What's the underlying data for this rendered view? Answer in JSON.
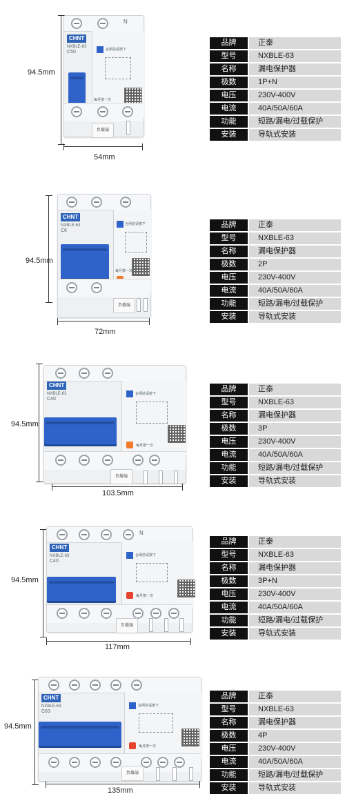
{
  "products": [
    {
      "height_label": "94.5mm",
      "width_label": "54mm",
      "device": {
        "brand": "CHNT",
        "model": "NXBLE-63",
        "rating": "C50",
        "pole_mark": "N",
        "rcd_label": "合闸前请按下",
        "test_label": "每月按一次",
        "clip_label": "负载端"
      },
      "specs": [
        {
          "key": "品牌",
          "value": "正泰"
        },
        {
          "key": "型号",
          "value": "NXBLE-63"
        },
        {
          "key": "名称",
          "value": "漏电保护器"
        },
        {
          "key": "极数",
          "value": "1P+N"
        },
        {
          "key": "电压",
          "value": "230V-400V"
        },
        {
          "key": "电流",
          "value": "40A/50A/60A"
        },
        {
          "key": "功能",
          "value": "短路/漏电/过载保护"
        },
        {
          "key": "安装",
          "value": "导轨式安装"
        }
      ]
    },
    {
      "height_label": "94.5mm",
      "width_label": "72mm",
      "device": {
        "brand": "CHNT",
        "model": "NXBLE-63",
        "rating": "C6",
        "pole_mark": "",
        "rcd_label": "合闸前请按下",
        "test_label": "每月按一次",
        "clip_label": "负载端"
      },
      "specs": [
        {
          "key": "品牌",
          "value": "正泰"
        },
        {
          "key": "型号",
          "value": "NXBLE-63"
        },
        {
          "key": "名称",
          "value": "漏电保护器"
        },
        {
          "key": "极数",
          "value": "2P"
        },
        {
          "key": "电压",
          "value": "230V-400V"
        },
        {
          "key": "电流",
          "value": "40A/50A/60A"
        },
        {
          "key": "功能",
          "value": "短路/漏电/过载保护"
        },
        {
          "key": "安装",
          "value": "导轨式安装"
        }
      ]
    },
    {
      "height_label": "94.5mm",
      "width_label": "103.5mm",
      "device": {
        "brand": "CHNT",
        "model": "NXBLE-63",
        "rating": "C40",
        "pole_mark": "",
        "rcd_label": "合闸前请按下",
        "test_label": "每月按一次",
        "clip_label": "负载端"
      },
      "specs": [
        {
          "key": "品牌",
          "value": "正泰"
        },
        {
          "key": "型号",
          "value": "NXBLE-63"
        },
        {
          "key": "名称",
          "value": "漏电保护器"
        },
        {
          "key": "极数",
          "value": "3P"
        },
        {
          "key": "电压",
          "value": "230V-400V"
        },
        {
          "key": "电流",
          "value": "40A/50A/60A"
        },
        {
          "key": "功能",
          "value": "短路/漏电/过载保护"
        },
        {
          "key": "安装",
          "value": "导轨式安装"
        }
      ]
    },
    {
      "height_label": "94.5mm",
      "width_label": "117mm",
      "device": {
        "brand": "CHNT",
        "model": "NXBLE-63",
        "rating": "C40",
        "pole_mark": "N",
        "rcd_label": "合闸前请按下",
        "test_label": "每月按一次",
        "clip_label": "负载端"
      },
      "specs": [
        {
          "key": "品牌",
          "value": "正泰"
        },
        {
          "key": "型号",
          "value": "NXBLE-63"
        },
        {
          "key": "名称",
          "value": "漏电保护器"
        },
        {
          "key": "极数",
          "value": "3P+N"
        },
        {
          "key": "电压",
          "value": "230V-400V"
        },
        {
          "key": "电流",
          "value": "40A/50A/60A"
        },
        {
          "key": "功能",
          "value": "短路/漏电/过载保护"
        },
        {
          "key": "安装",
          "value": "导轨式安装"
        }
      ]
    },
    {
      "height_label": "94.5mm",
      "width_label": "135mm",
      "device": {
        "brand": "CHNT",
        "model": "NXBLE-63",
        "rating": "C63",
        "pole_mark": "",
        "rcd_label": "合闸前请按下",
        "test_label": "每月按一次",
        "clip_label": "负载端"
      },
      "specs": [
        {
          "key": "品牌",
          "value": "正泰"
        },
        {
          "key": "型号",
          "value": "NXBLE-63"
        },
        {
          "key": "名称",
          "value": "漏电保护器"
        },
        {
          "key": "极数",
          "value": "4P"
        },
        {
          "key": "电压",
          "value": "230V-400V"
        },
        {
          "key": "电流",
          "value": "40A/50A/60A"
        },
        {
          "key": "功能",
          "value": "短路/漏电/过载保护"
        },
        {
          "key": "安装",
          "value": "导轨式安装"
        }
      ]
    }
  ],
  "colors": {
    "brand_blue": "#2f63b8",
    "handle_blue": "#2f63c9",
    "test_blue": "#2f63c9",
    "test_orange": "#f07a2a",
    "test_red": "#e5432d",
    "key_bg": "#111111",
    "value_bg": "#d9d9d9"
  }
}
